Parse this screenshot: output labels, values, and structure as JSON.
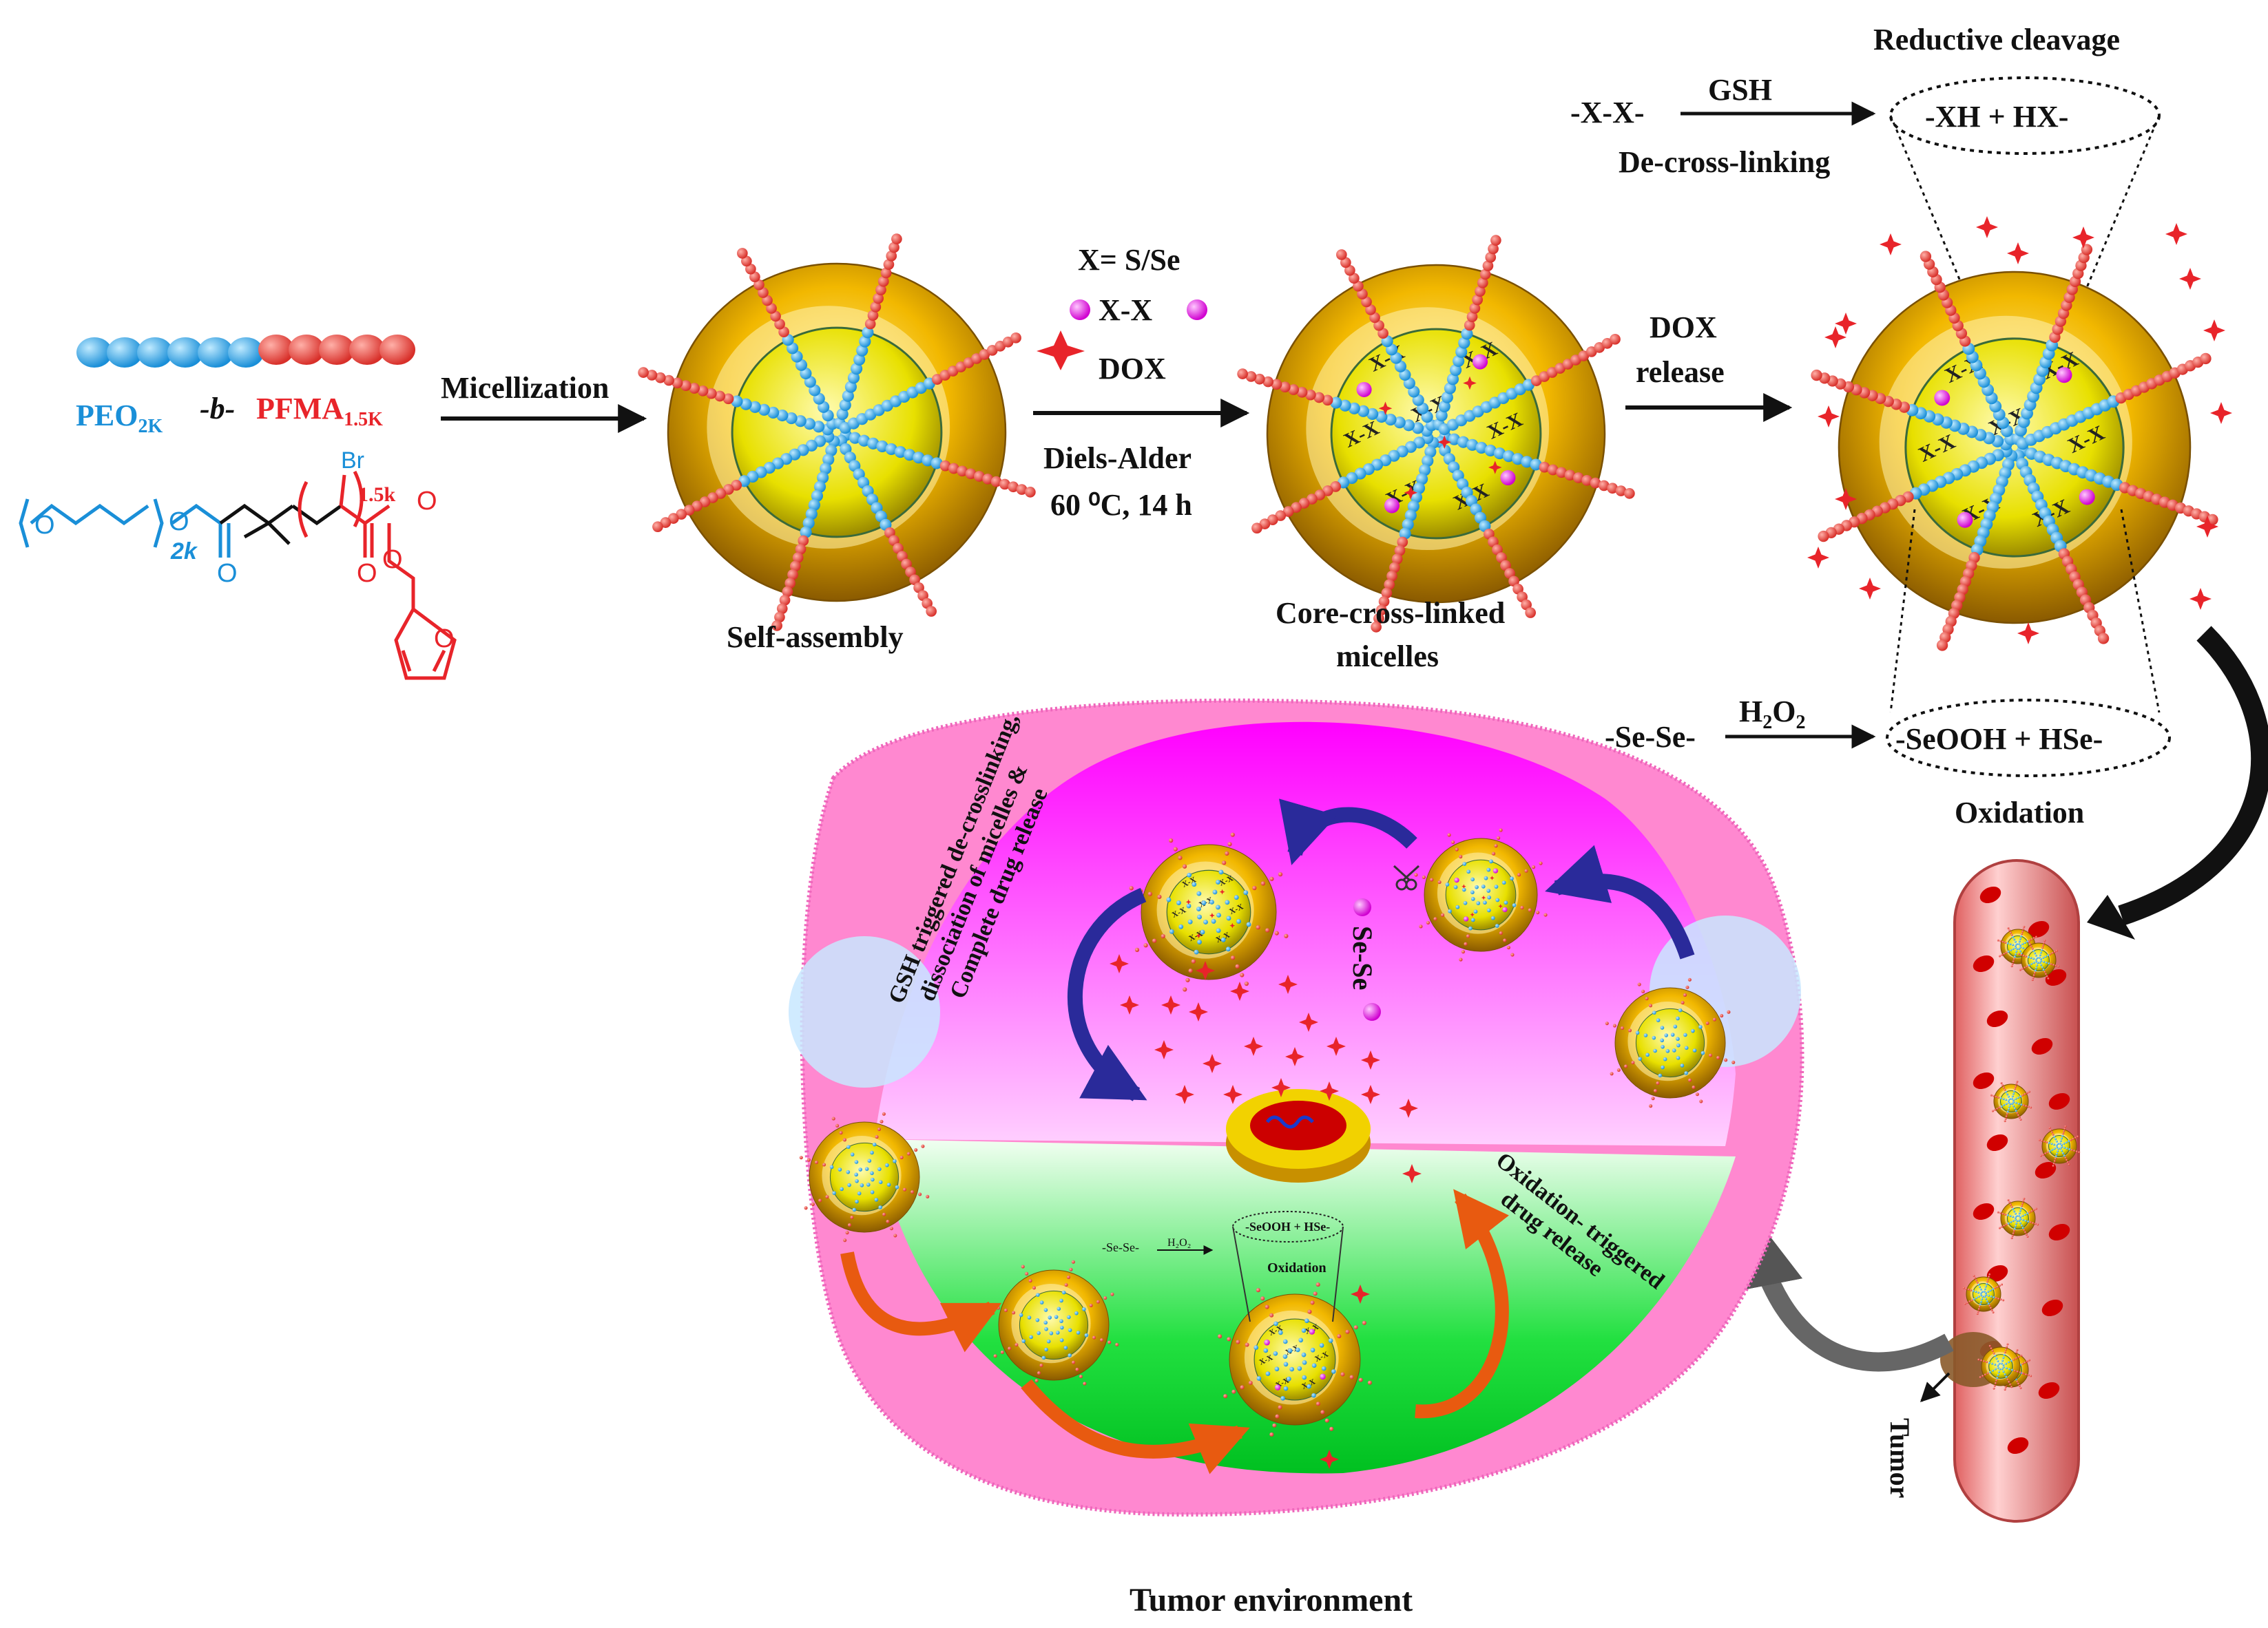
{
  "copolymer": {
    "peo": "PEO",
    "peo_sub": "2K",
    "sep": "-b-",
    "pfma": "PFMA",
    "pfma_sub": "1.5K",
    "struct_br": "Br",
    "struct_1_5k": "1.5k",
    "struct_2k": "2k",
    "struct_o": "O",
    "colors": {
      "peo": "#1a8fd8",
      "pfma": "#e8242a"
    }
  },
  "steps": {
    "micellization": "Micellization",
    "self_assembly": "Self-assembly",
    "x_def": "X= S/Se",
    "xx": "X-X",
    "dox": "DOX",
    "diels_alder": "Diels-Alder",
    "conditions": "60 ⁰C, 14 h",
    "core_cl_1": "Core-cross-linked",
    "core_cl_2": "micelles",
    "dox_release_1": "DOX",
    "dox_release_2": "release",
    "core_x": "X-X"
  },
  "reduction": {
    "title": "Reductive cleavage",
    "reactant": "-X-X-",
    "reagent": "GSH",
    "product": "-XH + HX-",
    "subtitle": "De-cross-linking"
  },
  "oxidation": {
    "reactant": "-Se-Se-",
    "reagent": "H",
    "reagent_sub": "2",
    "reagent_tail": "O",
    "reagent_sub2": "2",
    "product": "-SeOOH + HSe-",
    "title": "Oxidation"
  },
  "cell": {
    "gsh_text_1": "GSH triggered de-crosslinking,",
    "gsh_text_2": "dissociation of micelles &",
    "gsh_text_3": "Complete drug release",
    "sese": "Se-Se",
    "ox_text_1": "Oxidation- triggered",
    "ox_text_2": "drug release",
    "mini_reactant": "-Se-Se-",
    "mini_reagent": "H₂O₂",
    "mini_product": "-SeOOH + HSe-",
    "mini_title": "Oxidation",
    "tumor_env": "Tumor environment"
  },
  "vessel": {
    "tumor": "Tumor"
  },
  "colors": {
    "cell_outer": "#ff7fc8",
    "cell_top": "#ff00ff",
    "cell_bottom": "#00e633",
    "gold": "#f2b800",
    "core": "#e8e000",
    "vessel": "#f08c8c",
    "rbc": "#e00000"
  }
}
